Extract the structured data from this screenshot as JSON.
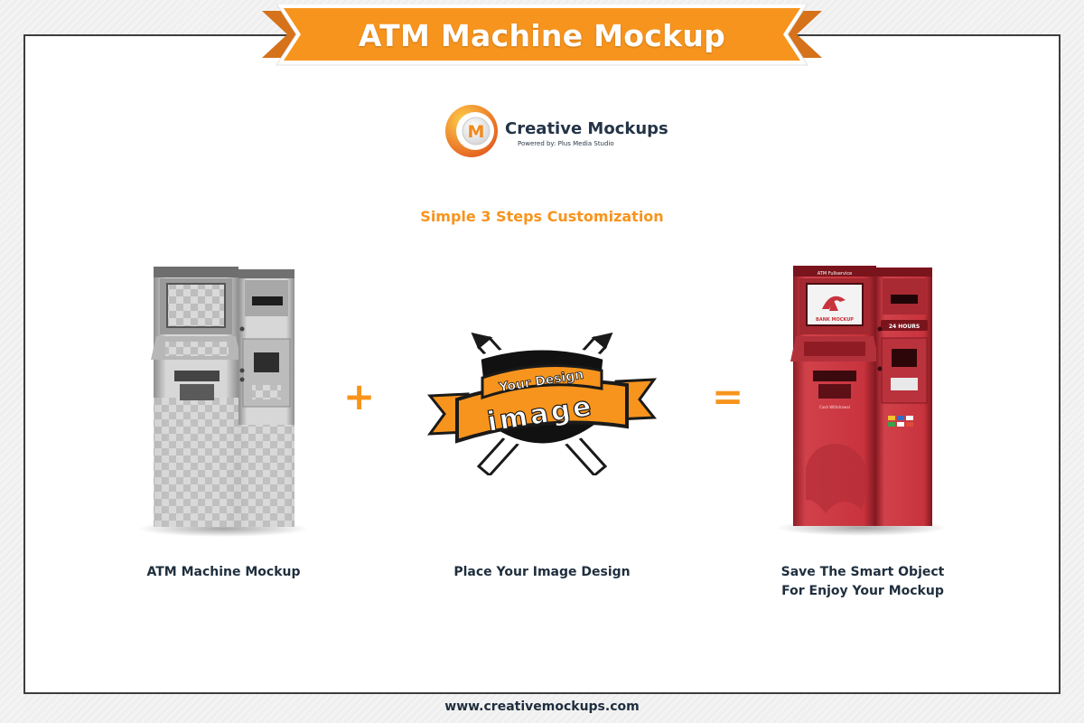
{
  "banner": {
    "title": "ATM Machine Mockup"
  },
  "logo": {
    "name": "Creative Mockups",
    "tagline": "Powered by: Plus Media Studio",
    "letter": "M"
  },
  "subtitle": "Simple 3 Steps Customization",
  "steps": {
    "one": {
      "caption": "ATM Machine Mockup"
    },
    "operator_plus": "+",
    "two": {
      "caption": "Place Your Image Design",
      "badge_ribbon_text": "Your Design",
      "badge_main_text": "image"
    },
    "operator_equals": "=",
    "three": {
      "caption_line1": "Save The Smart Object",
      "caption_line2": "For Enjoy Your Mockup",
      "screen_text": "BANK MOCKUP",
      "header_text": "ATM Fullservice",
      "hours_badge": "24 HOURS",
      "slot_text": "Cash Withdrawal"
    }
  },
  "footer": {
    "url": "www.creativemockups.com"
  },
  "colors": {
    "accent": "#f7941d",
    "text_dark": "#1f2e3d",
    "atm_red": "#c8333d",
    "frame": "#3d3d3d"
  },
  "icons": {
    "logo": "creative-mockups-logo-icon",
    "badge": "shield-with-pencils-icon"
  }
}
